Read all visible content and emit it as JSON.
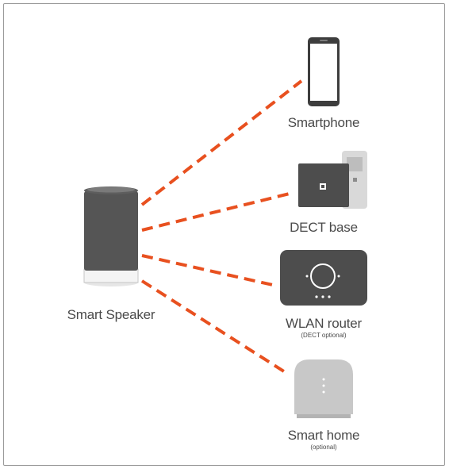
{
  "colors": {
    "connection_line": "#e8501f",
    "speaker_body": "#555555",
    "device_dark": "#4d4d4d",
    "device_light": "#c8c8c8",
    "text": "#4a4a4a"
  },
  "speaker": {
    "label": "Smart Speaker",
    "icon": "smart-speaker-icon"
  },
  "devices": [
    {
      "id": "smartphone",
      "label": "Smartphone",
      "sublabel": "",
      "icon": "smartphone-icon"
    },
    {
      "id": "dect-base",
      "label": "DECT base",
      "sublabel": "",
      "icon": "dect-base-icon"
    },
    {
      "id": "wlan-router",
      "label": "WLAN router",
      "sublabel": "(DECT optional)",
      "icon": "wlan-router-icon"
    },
    {
      "id": "smart-home",
      "label": "Smart home",
      "sublabel": "(optional)",
      "icon": "smart-home-icon"
    }
  ]
}
